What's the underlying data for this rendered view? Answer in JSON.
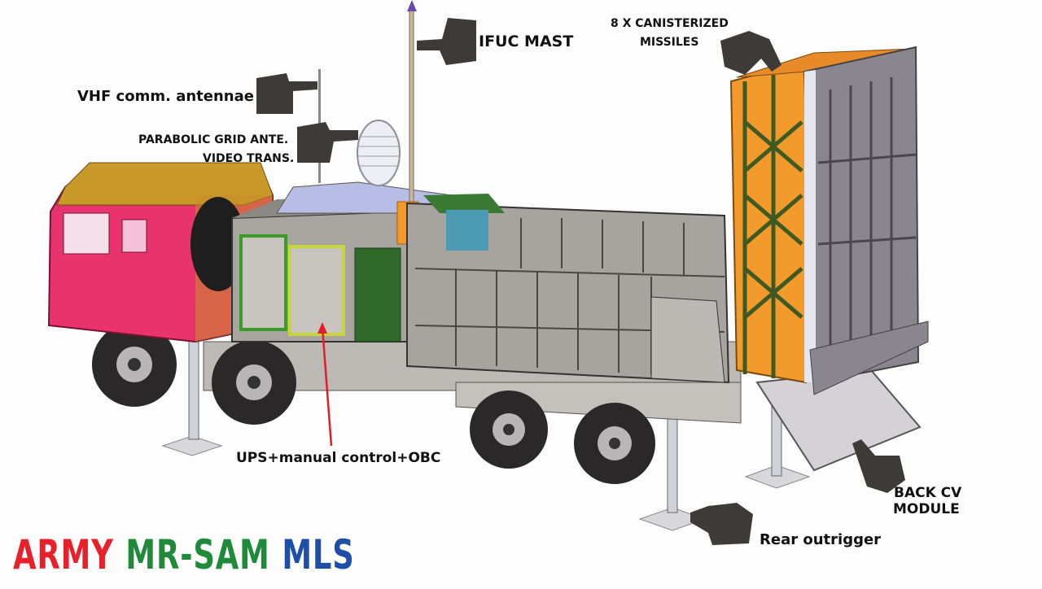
{
  "title": {
    "part1": "ARMY",
    "part2": "MR-SAM",
    "part3": "MLS",
    "colors": {
      "part1": "#e8202a",
      "part2": "#1e8a3a",
      "part3": "#1d4fa8"
    }
  },
  "callouts": {
    "ifuc_mast": "IFUC MAST",
    "missiles_line1": "8 X CANISTERIZED",
    "missiles_line2": "MISSILES",
    "vhf": "VHF comm. antennae",
    "parabolic_line1": "PARABOLIC GRID ANTE.",
    "parabolic_line2": "VIDEO TRANS.",
    "ups": "UPS+manual control+OBC",
    "back_cv_line1": "BACK CV",
    "back_cv_line2": "MODULE",
    "rear_outrigger": "Rear outrigger"
  },
  "colors": {
    "cab": "#e8336e",
    "cab_roof": "#c99a2a",
    "body_grey": "#b8b4b0",
    "panel_dark": "#6e6a68",
    "launcher_orange": "#f29a2c",
    "launcher_green": "#4a6b2a",
    "canister_grey": "#8a8690",
    "hand": "#3e3a38",
    "arrow_red": "#e11d2a"
  }
}
